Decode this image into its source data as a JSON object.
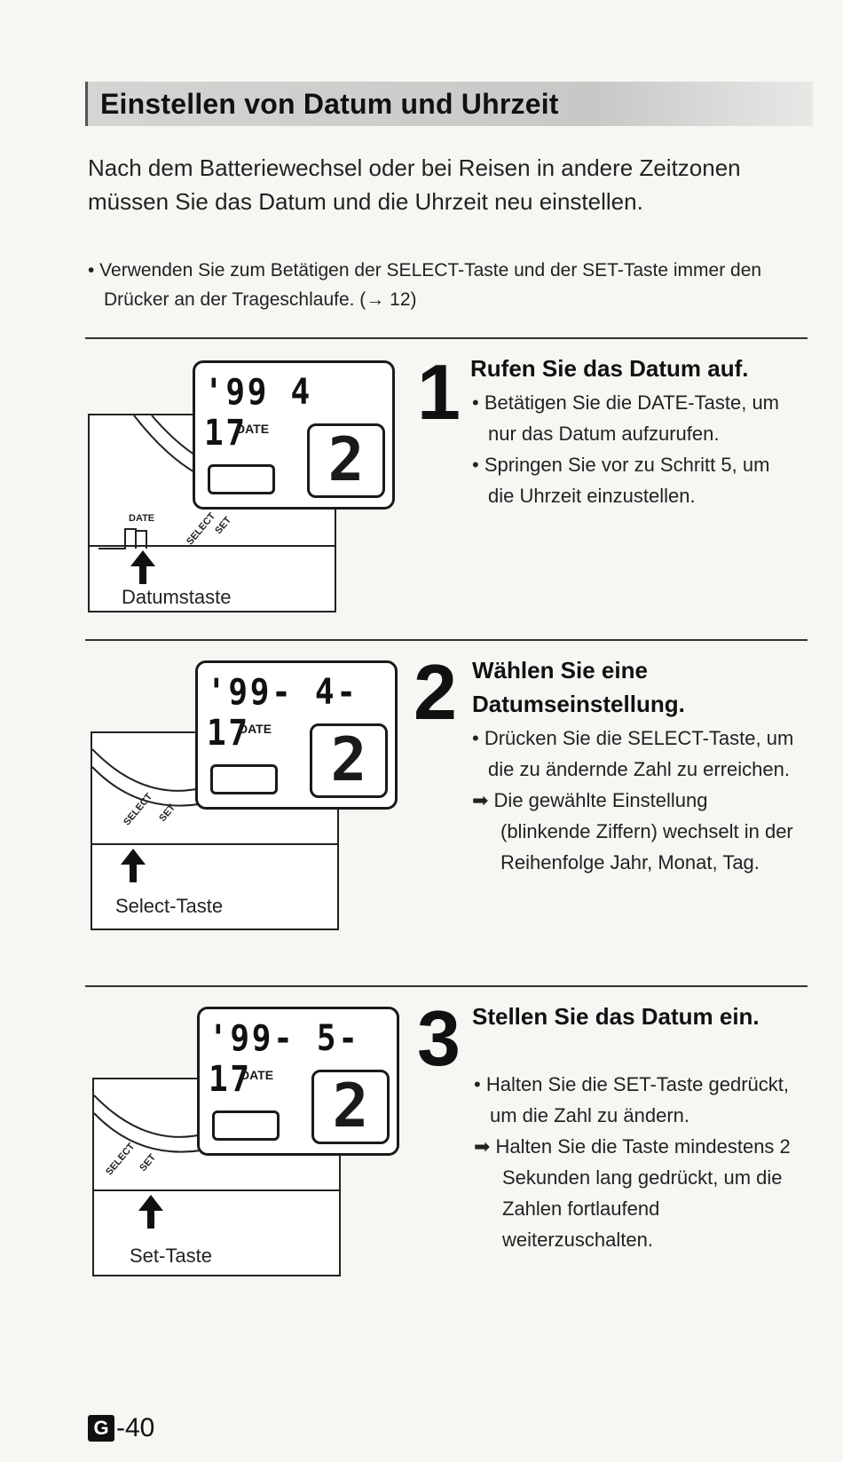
{
  "title": "Einstellen von Datum und Uhrzeit",
  "intro": {
    "text": "Nach dem Batteriewechsel oder bei Reisen in andere Zeitzonen müssen Sie das Datum und die Uhrzeit neu einstellen.",
    "bullet": "• Verwenden Sie zum Betätigen der SELECT-Taste und der SET-Taste immer den Drücker an der Trageschlaufe. (→ 12)"
  },
  "steps": [
    {
      "number": "1",
      "heading": "Rufen Sie das Datum auf.",
      "lines": [
        {
          "type": "bullet",
          "text": "• Betätigen Sie die DATE-Taste, um nur das Datum aufzurufen."
        },
        {
          "type": "bullet",
          "text": "• Springen Sie vor zu Schritt 5, um die Uhrzeit einzustellen."
        }
      ],
      "lcd_digits": "'99  4 17",
      "lcd_label": "DATE",
      "lcd_number": "2",
      "panel_label": "Datumstaste",
      "button_labels": [
        "DATE",
        "SELECT",
        "SET"
      ]
    },
    {
      "number": "2",
      "heading": "Wählen Sie eine Datumseinstellung.",
      "lines": [
        {
          "type": "bullet",
          "text": "• Drücken Sie die SELECT-Taste, um die zu ändernde Zahl zu erreichen."
        },
        {
          "type": "arrow",
          "text": "➡ Die gewählte Einstellung (blinkende Ziffern) wechselt in der Reihenfolge Jahr, Monat, Tag."
        }
      ],
      "lcd_digits": "'99- 4-17",
      "lcd_label": "DATE",
      "lcd_number": "2",
      "panel_label": "Select-Taste",
      "button_labels": [
        "SELECT",
        "SET"
      ]
    },
    {
      "number": "3",
      "heading": "Stellen Sie das Datum ein.",
      "lines": [
        {
          "type": "bullet",
          "text": "• Halten Sie die SET-Taste gedrückt, um die Zahl zu ändern."
        },
        {
          "type": "arrow",
          "text": "➡ Halten Sie die Taste mindestens 2 Sekunden lang gedrückt, um die Zahlen fortlaufend weiterzuschalten."
        }
      ],
      "lcd_digits": "'99- 5-17",
      "lcd_label": "DATE",
      "lcd_number": "2",
      "panel_label": "Set-Taste",
      "button_labels": [
        "SELECT",
        "SET"
      ]
    }
  ],
  "footer": {
    "badge": "G",
    "page": "-40"
  }
}
